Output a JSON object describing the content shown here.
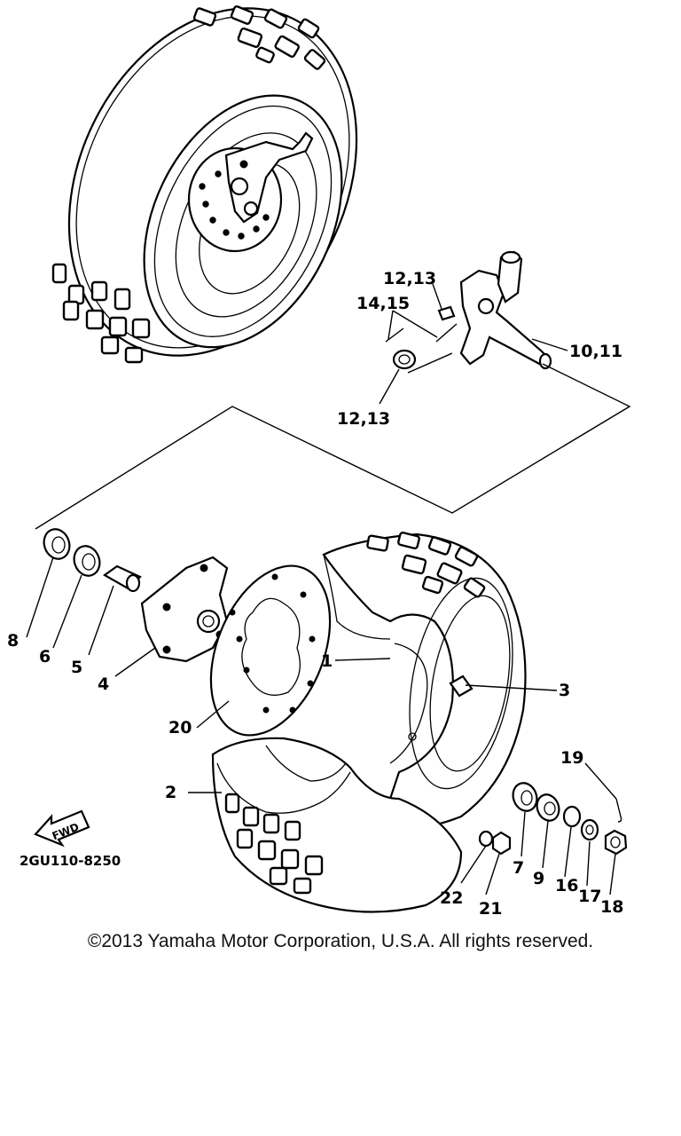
{
  "diagram": {
    "drawing_code": "2GU110-8250",
    "fwd_label": "FWD",
    "copyright": "©2013 Yamaha Motor Corporation, U.S.A. All rights reserved.",
    "callouts": [
      "1",
      "2",
      "3",
      "4",
      "5",
      "6",
      "7",
      "8",
      "9",
      "10,11",
      "12,13",
      "12,13",
      "14,15",
      "16",
      "17",
      "18",
      "19",
      "20",
      "21",
      "22"
    ]
  }
}
